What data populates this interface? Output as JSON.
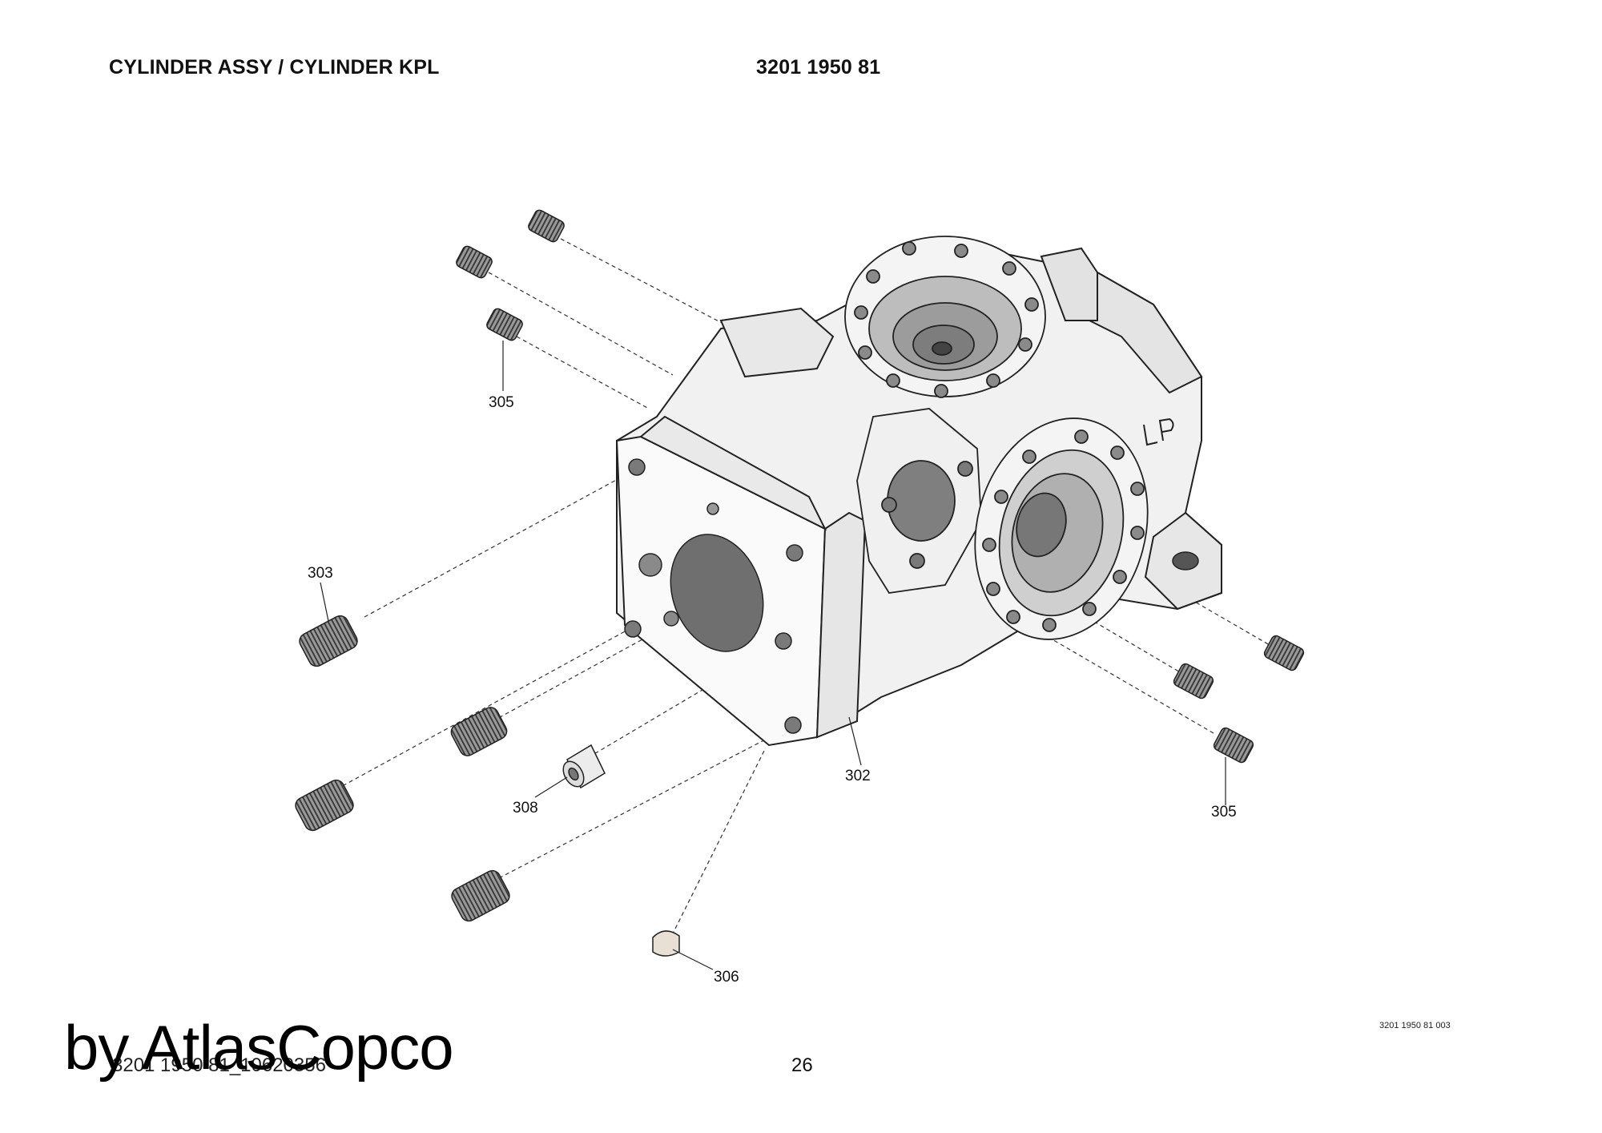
{
  "header": {
    "title": "CYLINDER ASSY / CYLINDER KPL",
    "part_number": "3201 1950 81"
  },
  "callouts": {
    "c305_top": "305",
    "c303": "303",
    "c302": "302",
    "c308": "308",
    "c306": "306",
    "c305_right": "305"
  },
  "footer": {
    "document_code": "3201 1950 81_10620356",
    "page_number": "26",
    "drawing_code": "3201 1950 81 003"
  },
  "watermark": "by AtlasCopco"
}
